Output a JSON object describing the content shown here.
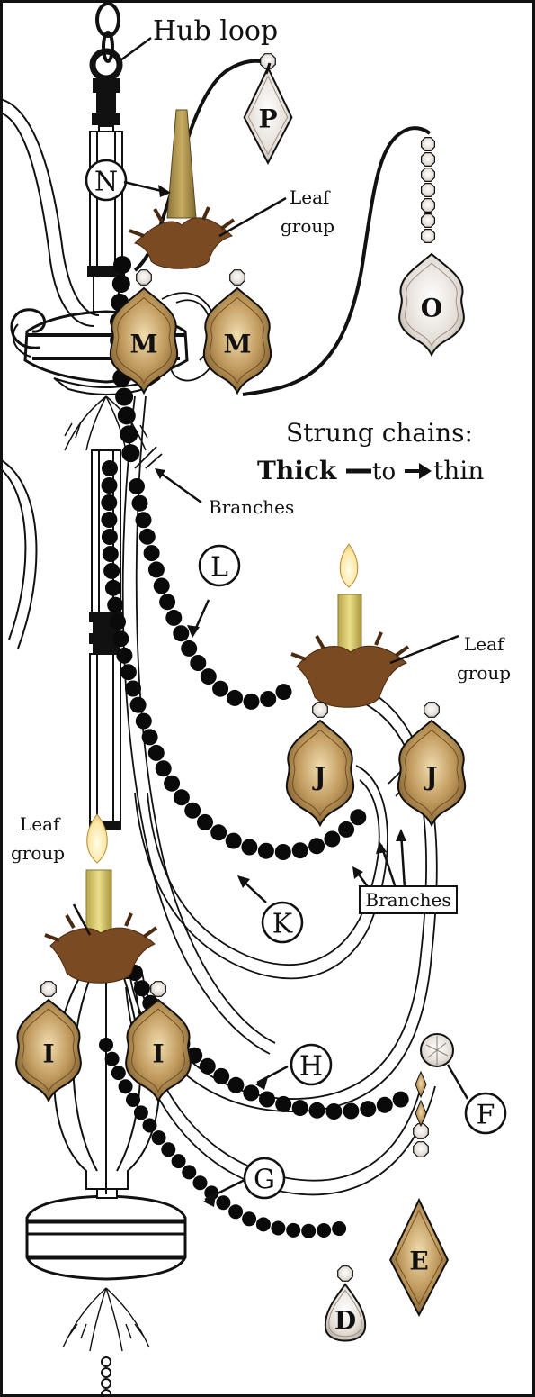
{
  "title_label": "Hub loop",
  "legend": {
    "line1": "Strung chains:",
    "thick": "Thick",
    "to": "to",
    "thin": "thin"
  },
  "leaf_group_labels": [
    [
      "Leaf",
      "group"
    ],
    [
      "Leaf",
      "group"
    ],
    [
      "Leaf",
      "group"
    ]
  ],
  "branches_labels": [
    "Branches",
    "Branches"
  ],
  "callouts": [
    "N",
    "L",
    "K",
    "H",
    "G",
    "F"
  ],
  "jewels": [
    "P",
    "O",
    "M",
    "M",
    "J",
    "J",
    "I",
    "I",
    "E",
    "D"
  ],
  "colors": {
    "outline": "#111111",
    "bead": "#0a0a0a",
    "amber_crystal": "#b8935a",
    "clear_crystal": "#ece8e4",
    "candle": "#d9c86a",
    "leaf": "#7a4a22",
    "flame": "#fff6cc"
  }
}
